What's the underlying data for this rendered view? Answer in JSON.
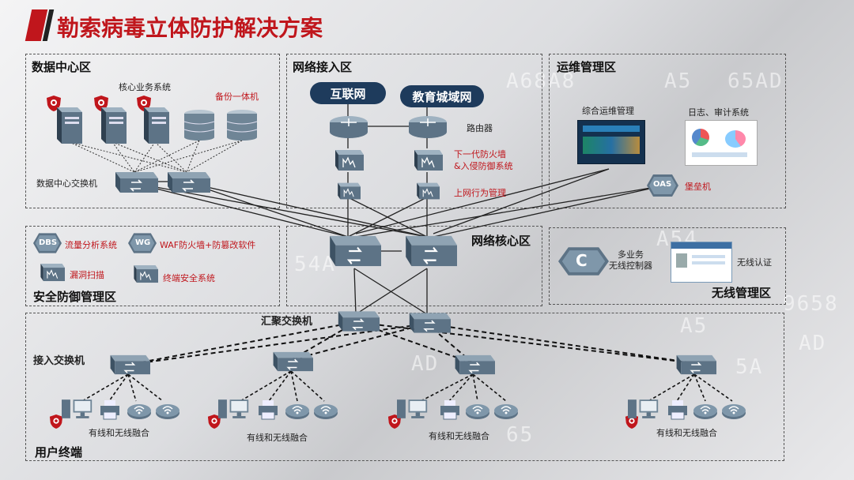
{
  "title": "勒索病毒立体防护解决方案",
  "background_codes": [
    "A68A8",
    "A5",
    "65AD",
    "A54",
    "A5",
    "9658",
    "AD",
    "54A",
    "65",
    "AD",
    "5A"
  ],
  "zones": {
    "datacenter": {
      "label": "数据中心区",
      "core_system": "核心业务系统",
      "backup": "备份一体机",
      "switch": "数据中心交换机"
    },
    "access_network": {
      "label": "网络接入区",
      "cloud1": "互联网",
      "cloud2": "教育城域网",
      "router": "路由器",
      "firewall": "下一代防火墙\n&入侵防御系统",
      "behavior": "上网行为管理"
    },
    "ops": {
      "label": "运维管理区",
      "integrated": "综合运维管理",
      "log": "日志、审计系统",
      "bastion_icon": "OAS",
      "bastion": "堡垒机"
    },
    "security": {
      "label": "安全防御管理区",
      "dbs_icon": "DBS",
      "flow": "流量分析系统",
      "wg_icon": "WG",
      "waf": "WAF防火墙+防篡改软件",
      "vuln": "漏洞扫描",
      "endpoint": "终端安全系统"
    },
    "core": {
      "label": "网络核心区"
    },
    "wireless": {
      "label": "无线管理区",
      "controller": "多业务\n无线控制器",
      "auth": "无线认证"
    },
    "user": {
      "label": "用户终端",
      "aggregation": "汇聚交换机",
      "access": "接入交换机",
      "fusion": [
        "有线和无线融合",
        "有线和无线融合",
        "有线和无线融合",
        "有线和无线融合"
      ]
    }
  },
  "colors": {
    "brand_red": "#c0161c",
    "device": "#5d7386",
    "cloud": "#1e3b5c"
  }
}
